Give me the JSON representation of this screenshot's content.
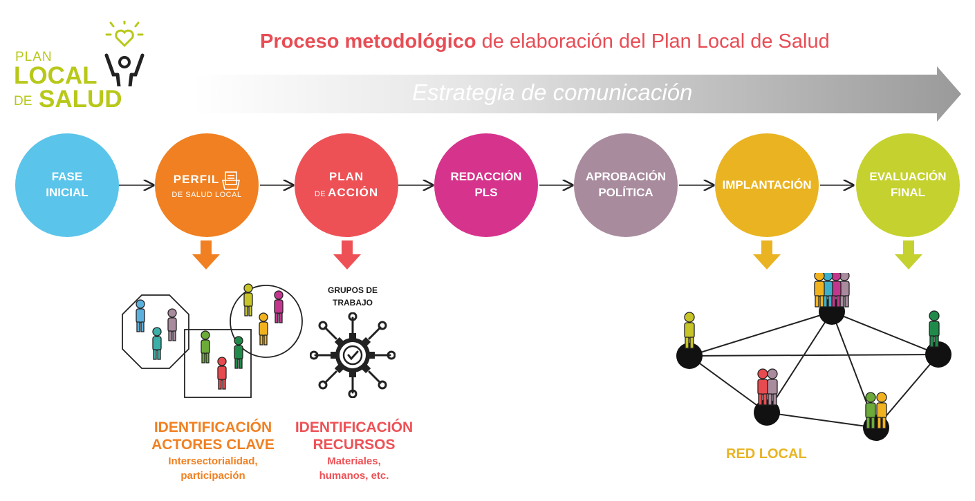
{
  "logo": {
    "line1": "PLAN",
    "line2": "LOCAL",
    "line3": "DE",
    "line4": "SALUD",
    "color": "#b8c81a"
  },
  "header": {
    "title_bold": "Proceso metodológico",
    "title_rest": "de elaboración del Plan Local de Salud",
    "title_color": "#e74d55"
  },
  "banner": {
    "text": "Estrategia de comunicación"
  },
  "phases": [
    {
      "line1": "FASE",
      "line2": "INICIAL",
      "color": "#5bc4ea"
    },
    {
      "line1": "PERFIL",
      "line2": "DE SALUD LOCAL",
      "color": "#f08021"
    },
    {
      "line1": "PLAN",
      "line2": "DE",
      "line3": "ACCIÓN",
      "color": "#ed5156"
    },
    {
      "line1": "REDACCIÓN",
      "line2": "PLS",
      "color": "#d6338d"
    },
    {
      "line1": "APROBACIÓN",
      "line2": "POLÍTICA",
      "color": "#a98b9e"
    },
    {
      "line1": "IMPLANTACIÓN",
      "color": "#e9b322"
    },
    {
      "line1": "EVALUACIÓN",
      "line2": "FINAL",
      "color": "#c5d12e"
    }
  ],
  "outputs": {
    "actores": {
      "title1": "IDENTIFICACIÓN",
      "title2": "ACTORES CLAVE",
      "sub1": "Intersectorialidad,",
      "sub2": "participación",
      "color": "#f08021"
    },
    "recursos": {
      "title1": "IDENTIFICACIÓN",
      "title2": "RECURSOS",
      "sub1": "Materiales,",
      "sub2": "humanos, etc.",
      "color": "#ed5156"
    },
    "grupos": {
      "line1": "GRUPOS DE",
      "line2": "TRABAJO"
    },
    "red": {
      "label": "RED LOCAL",
      "color": "#e8b423"
    }
  }
}
